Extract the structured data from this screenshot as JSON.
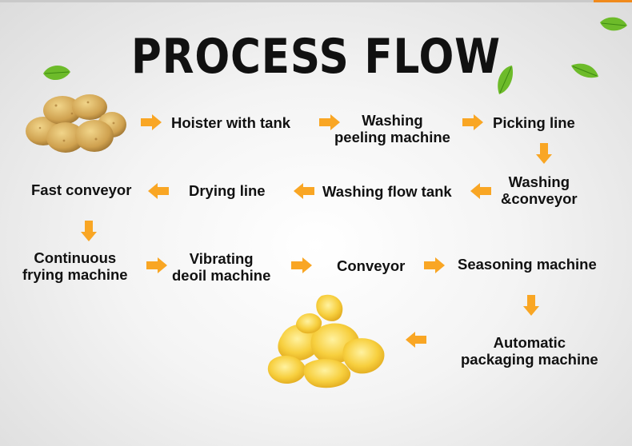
{
  "title": "PROCESS FLOW",
  "colors": {
    "arrow": "#f9a624",
    "arrow_dark": "#e8860f",
    "leaf": "#6dbb2a",
    "text": "#111111",
    "accent": "#f08a1c"
  },
  "steps": {
    "hoister": [
      "Hoister  with tank"
    ],
    "washing_peeling": [
      "Washing",
      "peeling  machine"
    ],
    "picking": [
      "Picking line"
    ],
    "washing_conveyor": [
      "Washing",
      "&conveyor"
    ],
    "washing_flow": [
      "Washing flow tank"
    ],
    "drying": [
      "Drying line"
    ],
    "fast_conveyor": [
      "Fast conveyor"
    ],
    "frying": [
      "Continuous",
      "frying machine"
    ],
    "vibrating": [
      "Vibrating",
      "deoil machine"
    ],
    "conveyor": [
      "Conveyor"
    ],
    "seasoning": [
      "Seasoning machine"
    ],
    "packaging": [
      "Automatic",
      "packaging machine"
    ]
  },
  "images": {
    "start": "potatoes",
    "end": "potato-chips"
  }
}
